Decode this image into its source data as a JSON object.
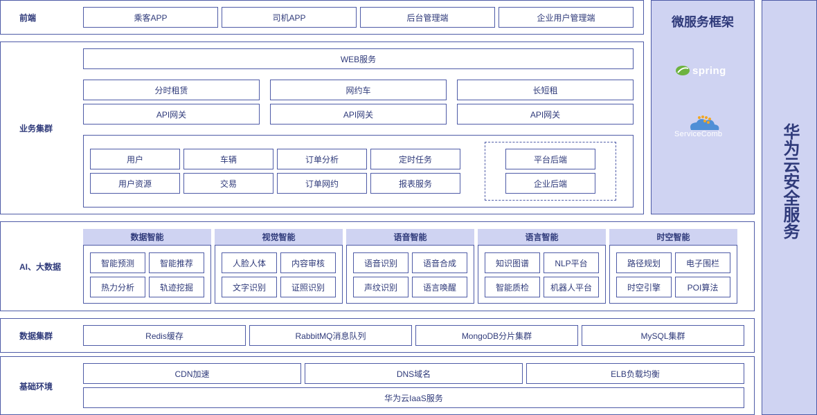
{
  "frontend": {
    "label": "前端",
    "items": [
      "乘客APP",
      "司机APP",
      "后台管理端",
      "企业用户管理端"
    ]
  },
  "business": {
    "label": "业务集群",
    "web": "WEB服务",
    "services": [
      "分时租赁",
      "网约车",
      "长短租"
    ],
    "gateways": [
      "API网关",
      "API网关",
      "API网关"
    ],
    "modules": [
      "用户",
      "车辆",
      "订单分析",
      "定时任务",
      "用户资源",
      "交易",
      "订单网约",
      "报表服务"
    ],
    "backends": [
      "平台后端",
      "企业后端"
    ]
  },
  "ai": {
    "label": "AI、大数据",
    "groups": [
      {
        "title": "数据智能",
        "items": [
          "智能预测",
          "智能推荐",
          "热力分析",
          "轨迹挖掘"
        ]
      },
      {
        "title": "视觉智能",
        "items": [
          "人脸人体",
          "内容审核",
          "文字识别",
          "证照识别"
        ]
      },
      {
        "title": "语音智能",
        "items": [
          "语音识别",
          "语音合成",
          "声纹识别",
          "语言唤醒"
        ]
      },
      {
        "title": "语言智能",
        "items": [
          "知识图谱",
          "NLP平台",
          "智能质检",
          "机器人平台"
        ]
      },
      {
        "title": "时空智能",
        "items": [
          "路径规划",
          "电子围栏",
          "时空引擎",
          "POI算法"
        ]
      }
    ]
  },
  "data_cluster": {
    "label": "数据集群",
    "items": [
      "Redis缓存",
      "RabbitMQ消息队列",
      "MongoDB分片集群",
      "MySQL集群"
    ]
  },
  "infra": {
    "label": "基础环境",
    "items": [
      "CDN加速",
      "DNS域名",
      "ELB负载均衡"
    ],
    "iaas": "华为云IaaS服务"
  },
  "microservice": {
    "title": "微服务框架",
    "logos": [
      {
        "name": "spring-logo",
        "text": "spring"
      },
      {
        "name": "servicecomb-logo",
        "text": "ServiceComb"
      }
    ]
  },
  "security": {
    "title": "华为云安全服务"
  },
  "colors": {
    "border": "#4d5aa6",
    "panel_fill": "#cfd3f2",
    "text": "#2f3a7a",
    "spring_green": "#6db33f",
    "servicecomb_blue": "#4f8fd6",
    "servicecomb_orange": "#f2a623"
  }
}
